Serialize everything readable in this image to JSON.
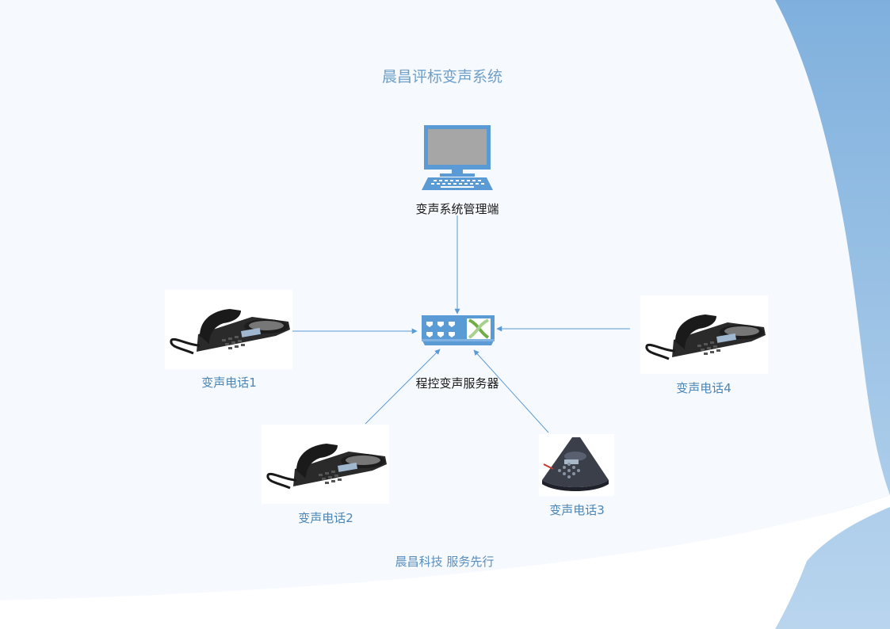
{
  "title": "晨昌评标变声系统",
  "footer": "晨昌科技 服务先行",
  "nodes": {
    "admin": "变声系统管理端",
    "server": "程控变声服务器",
    "phone1": "变声电话1",
    "phone2": "变声电话2",
    "phone3": "变声电话3",
    "phone4": "变声电话4"
  },
  "colors": {
    "accent": "#5b9bd5",
    "background_wave": "#8fb8e0",
    "panel": "#f7fafd"
  }
}
